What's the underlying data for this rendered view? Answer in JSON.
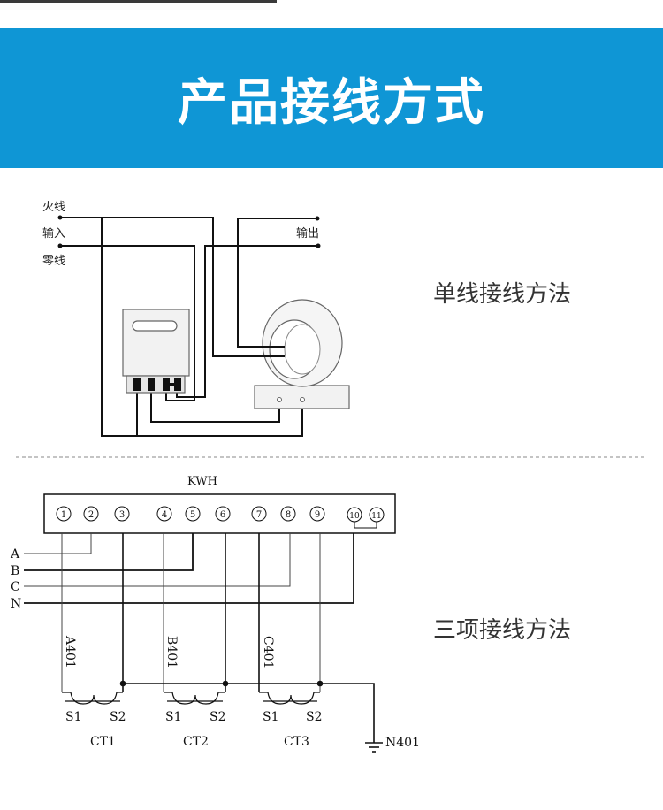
{
  "banner": {
    "title": "产品接线方式"
  },
  "single_phase": {
    "method_label": "单线接线方法",
    "live_label": "火线",
    "input_label": "输入",
    "neutral_label": "零线",
    "output_label": "输出"
  },
  "three_phase": {
    "method_label": "三项接线方法",
    "meter_label": "KWH",
    "terminals": [
      "1",
      "2",
      "3",
      "4",
      "5",
      "6",
      "7",
      "8",
      "9",
      "10",
      "11"
    ],
    "lines": [
      "A",
      "B",
      "C",
      "N"
    ],
    "wire_labels": [
      "A401",
      "B401",
      "C401"
    ],
    "ct_terminals": [
      "S1",
      "S2"
    ],
    "ct_labels": [
      "CT1",
      "CT2",
      "CT3"
    ],
    "ground_label": "N401"
  }
}
